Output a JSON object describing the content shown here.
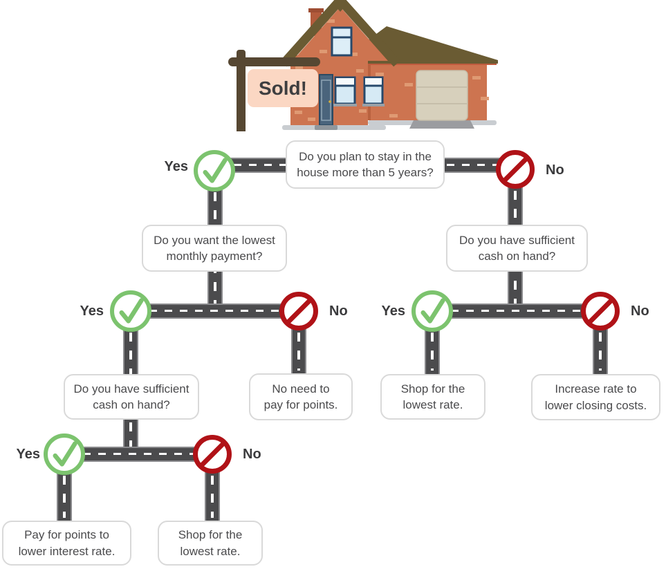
{
  "sign": {
    "label": "Sold!"
  },
  "labels": {
    "yes": "Yes",
    "no": "No"
  },
  "nodes": {
    "q_stay": "Do you plan to stay in the\nhouse more than 5 years?",
    "q_lowest_payment": "Do you want the lowest\nmonthly payment?",
    "q_cash_right": "Do you have sufficient\ncash on hand?",
    "q_cash_left": "Do you have sufficient\ncash on hand?",
    "r_no_need": "No need to\npay for points.",
    "r_shop_right": "Shop for the\nlowest rate.",
    "r_increase": "Increase rate to\nlower closing costs.",
    "r_pay_points": "Pay for points to\nlower interest rate.",
    "r_shop_bottom": "Shop for the\nlowest rate."
  },
  "colors": {
    "yes_green": "#7cc36e",
    "no_red": "#b01217",
    "road": "#4b4b4d",
    "road_edge": "#8a8a8d",
    "box_border": "#d9d9d9",
    "text": "#4a4a4c",
    "sign_bg": "#fbd7c3",
    "sign_post": "#564732"
  }
}
